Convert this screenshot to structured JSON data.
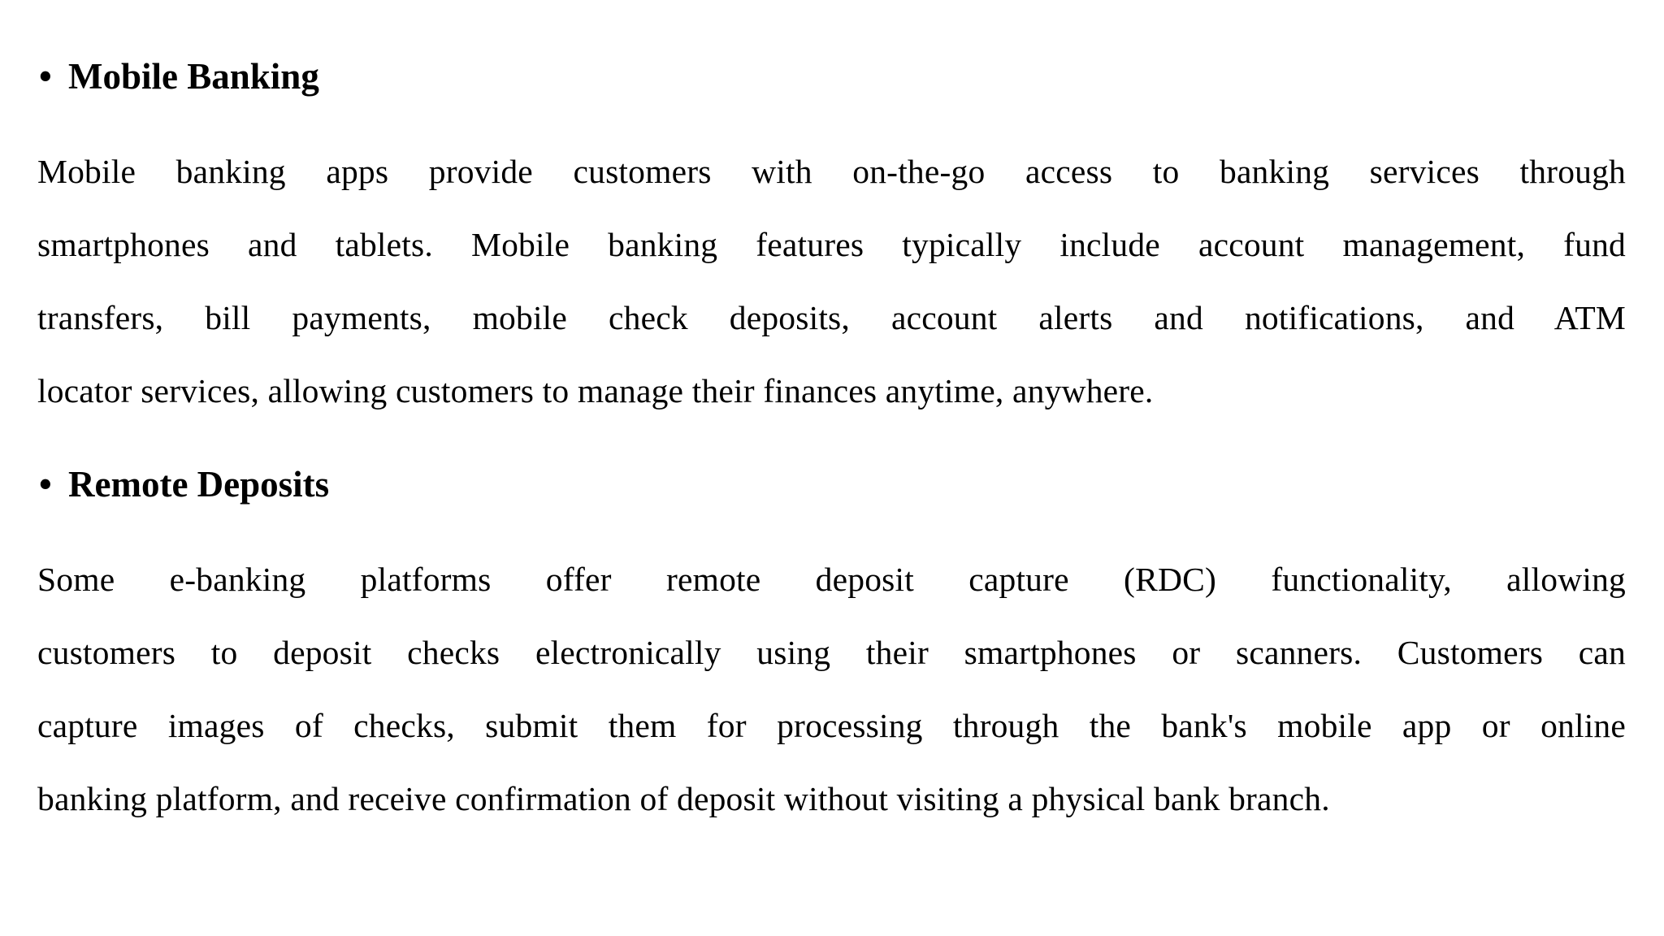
{
  "document": {
    "bullet_char": "•",
    "sections": [
      {
        "heading": "Mobile Banking",
        "lines": [
          "Mobile banking apps provide customers with on-the-go access to banking services through",
          "smartphones and tablets. Mobile banking features typically include account management, fund",
          "transfers, bill payments, mobile check deposits, account alerts and notifications, and ATM",
          "locator services, allowing customers to manage their finances anytime, anywhere."
        ]
      },
      {
        "heading": "Remote Deposits",
        "lines": [
          "Some e-banking platforms offer remote deposit capture (RDC) functionality, allowing",
          "customers to deposit checks electronically using their smartphones or scanners. Customers can",
          "capture images of checks, submit them for processing through the bank's mobile app or online",
          "banking platform, and receive confirmation of deposit without visiting a physical bank branch."
        ]
      }
    ]
  }
}
